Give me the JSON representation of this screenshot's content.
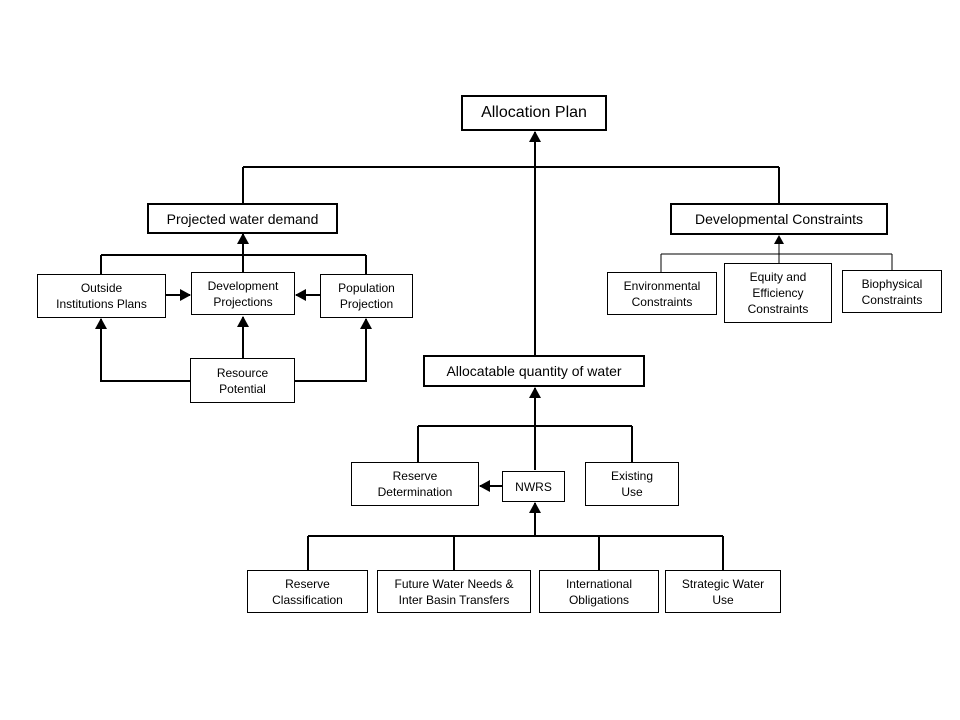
{
  "nodes": {
    "allocation_plan": "Allocation Plan",
    "projected_water_demand": "Projected water demand",
    "developmental_constraints": "Developmental Constraints",
    "outside_institutions_plans": "Outside\nInstitutions Plans",
    "development_projections": "Development\nProjections",
    "population_projection": "Population\nProjection",
    "resource_potential": "Resource\nPotential",
    "environmental_constraints": "Environmental\nConstraints",
    "equity_efficiency_constraints": "Equity and\nEfficiency\nConstraints",
    "biophysical_constraints": "Biophysical\nConstraints",
    "allocatable_quantity": "Allocatable quantity of water",
    "reserve_determination": "Reserve\nDetermination",
    "nwrs": "NWRS",
    "existing_use": "Existing\nUse",
    "reserve_classification": "Reserve\nClassification",
    "future_water_needs": "Future Water Needs &\nInter Basin Transfers",
    "international_obligations": "International\nObligations",
    "strategic_water_use": "Strategic Water\nUse"
  }
}
